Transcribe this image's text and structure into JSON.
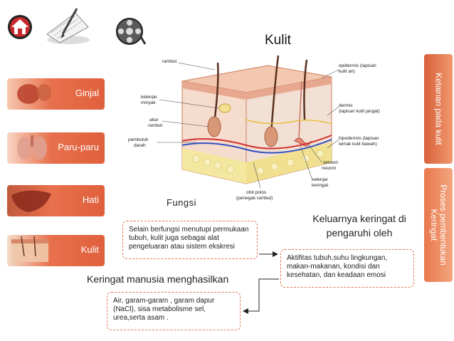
{
  "page": {
    "title": "Kulit"
  },
  "nav": {
    "items": [
      {
        "label": "Ginjal"
      },
      {
        "label": "Paru-paru"
      },
      {
        "label": "Hati"
      },
      {
        "label": "Kulit"
      }
    ]
  },
  "side_tabs": {
    "kelainan": "Kelainan pada kulit",
    "proses_line1": "Proses pembentukan",
    "proses_line2": "Keringat"
  },
  "diagram": {
    "labels": {
      "rambut": "rambut",
      "epidermis": "epidermis (lapisan",
      "epidermis2": "kulit ari)",
      "kelenjar_minyak": "kelenjar",
      "kelenjar_minyak2": "minyak",
      "akar_rambut": "akar",
      "akar_rambut2": "rambut",
      "pembuluh_darah": "pembuluh",
      "pembuluh_darah2": "darah",
      "dermis": "dermis",
      "dermis2": "(lapisan kulit jangat)",
      "hipodermis": "hipodermis (lapisan",
      "hipodermis2": "lemak kulit bawah)",
      "sensori": "sensori",
      "sensori2": "neuron",
      "kelenjar_keringat": "kelenjar",
      "kelenjar_keringat2": "keringat",
      "otot_polos": "otot polos",
      "otot_polos2": "(penegak rambut)"
    }
  },
  "content": {
    "fungsi_heading": "Fungsi",
    "fungsi_text": "Selain berfungsi menutupi permukaan tubuh, kulit juga sebagai alat  pengeluaran atau sistem ekskresi",
    "keluar_heading": "Keluarnya keringat di pengaruhi oleh",
    "faktor_text": "Aktifitas tubuh,suhu lingkungan, makan-makanan, kondisi dan kesehatan, dan keadaan emosi",
    "keringat_heading": "Keringat manusia menghasilkan",
    "hasil_text": "Air, garam-garam , garam dapur (NaCl), sisa metabolisme sel, urea,serta asam ."
  },
  "colors": {
    "nav_tab": "#e8704c",
    "side_tab": "#e8784c",
    "dashed_border": "#e07a55"
  },
  "icons": [
    "home-icon",
    "notes-icon",
    "film-reel-icon"
  ]
}
